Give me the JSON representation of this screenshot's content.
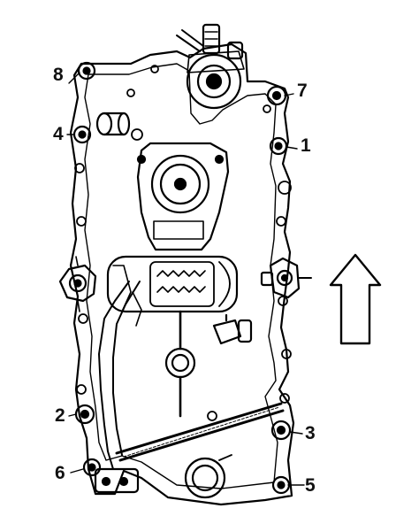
{
  "figure": {
    "callouts": {
      "c1": "1",
      "c2": "2",
      "c3": "3",
      "c4": "4",
      "c5": "5",
      "c6": "6",
      "c7": "7",
      "c8": "8"
    },
    "line_color": "#000000",
    "background": "#ffffff",
    "direction_arrow": "up-arrow-icon"
  }
}
